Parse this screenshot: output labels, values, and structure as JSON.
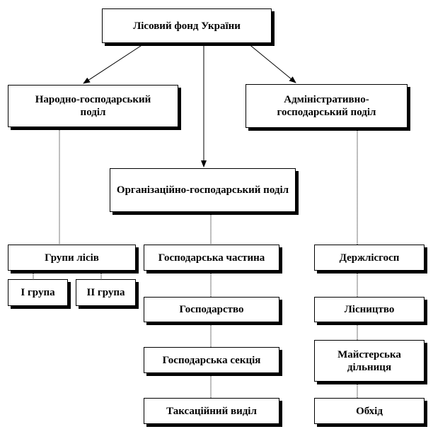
{
  "diagram": {
    "root": "Лісовий фонд України",
    "branches": {
      "national": "Народно-господарський поділ",
      "organizational": "Організаційно-господарський поділ",
      "administrative": "Адміністративно-господарський поділ"
    },
    "national_items": {
      "forest_groups": "Групи лісів",
      "group_1": "I група",
      "group_2": "II група"
    },
    "organizational_items": {
      "economic_part": "Господарська частина",
      "economy": "Господарство",
      "economic_section": "Господарська секція",
      "taxation_unit": "Таксаційний виділ"
    },
    "administrative_items": {
      "state_forestry": "Держлісгосп",
      "forestry": "Лісництво",
      "master_section": "Майстерська дільниця",
      "patrol": "Обхід"
    }
  }
}
